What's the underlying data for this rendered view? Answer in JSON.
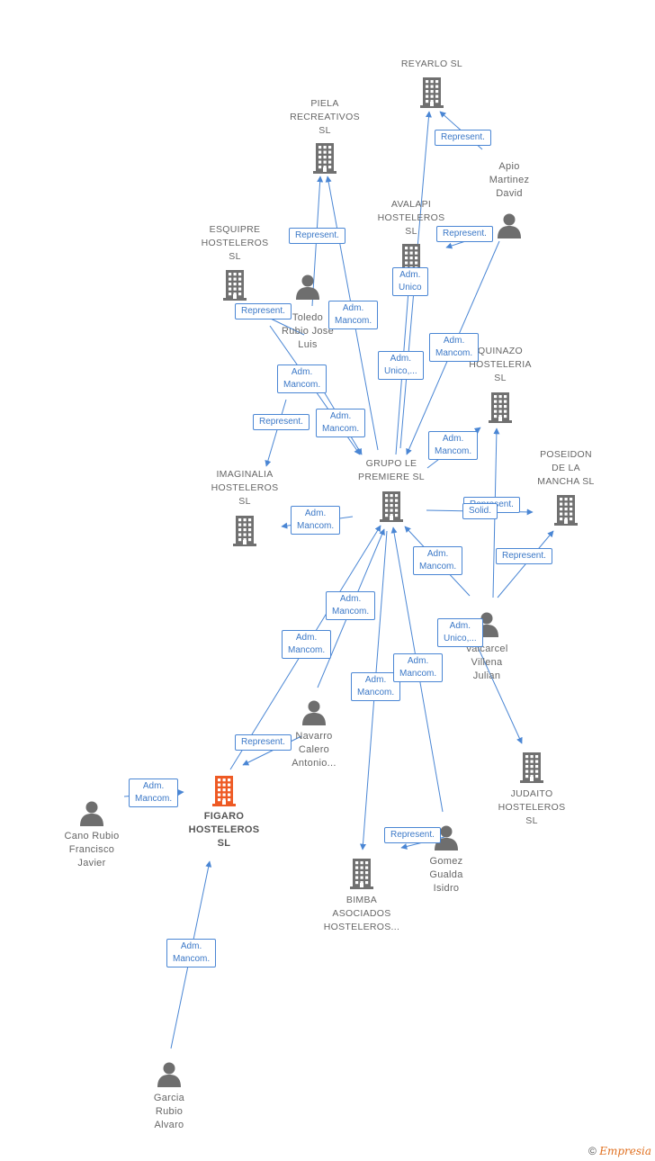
{
  "nodes": {
    "reyarlo": {
      "kind": "company",
      "label": "REYARLO SL"
    },
    "piela": {
      "kind": "company",
      "label": "PIELA RECREATIVOS SL"
    },
    "avalapi": {
      "kind": "company",
      "label": "AVALAPI HOSTELEROS SL"
    },
    "esquipre": {
      "kind": "company",
      "label": "ESQUIPRE HOSTELEROS SL"
    },
    "quinazo": {
      "kind": "company",
      "label": "QUINAZO HOSTELERIA SL"
    },
    "grupo": {
      "kind": "company",
      "label": "GRUPO LE PREMIERE SL"
    },
    "poseidon": {
      "kind": "company",
      "label": "POSEIDON DE LA MANCHA SL"
    },
    "imaginalia": {
      "kind": "company",
      "label": "IMAGINALIA HOSTELEROS SL"
    },
    "judaito": {
      "kind": "company",
      "label": "JUDAITO HOSTELEROS SL"
    },
    "figaro": {
      "kind": "focus",
      "label": "FIGARO HOSTELEROS SL"
    },
    "bimba": {
      "kind": "company",
      "label": "BIMBA ASOCIADOS HOSTELEROS..."
    },
    "apio": {
      "kind": "person",
      "label": "Apio Martinez David"
    },
    "toledo": {
      "kind": "person",
      "label": "Toledo Rubio Jose Luis"
    },
    "valcarcel": {
      "kind": "person",
      "label": "Valcarcel Villena Julian"
    },
    "navarro": {
      "kind": "person",
      "label": "Navarro Calero Antonio..."
    },
    "cano": {
      "kind": "person",
      "label": "Cano Rubio Francisco Javier"
    },
    "gomez": {
      "kind": "person",
      "label": "Gomez Gualda Isidro"
    },
    "garcia": {
      "kind": "person",
      "label": "Garcia Rubio Alvaro"
    }
  },
  "edges": [
    {
      "from": "apio",
      "to": "reyarlo",
      "label": "Represent."
    },
    {
      "from": "apio",
      "to": "avalapi",
      "label": "Represent."
    },
    {
      "from": "toledo",
      "to": "piela",
      "label": "Represent."
    },
    {
      "from": "grupo",
      "to": "piela",
      "label": "Adm. Mancom."
    },
    {
      "from": "grupo",
      "to": "reyarlo",
      "label": "Adm. Unico"
    },
    {
      "from": "grupo",
      "to": "avalapi",
      "label": "Adm. Unico,..."
    },
    {
      "from": "toledo",
      "to": "esquipre",
      "label": "Represent."
    },
    {
      "from": "toledo",
      "to": "grupo",
      "label": "Adm. Mancom."
    },
    {
      "from": "toledo",
      "to": "imaginalia",
      "label": "Represent."
    },
    {
      "from": "esquipre",
      "to": "grupo",
      "label": "Adm. Mancom."
    },
    {
      "from": "apio",
      "to": "grupo",
      "label": "Adm. Mancom."
    },
    {
      "from": "grupo",
      "to": "quinazo",
      "label": "Adm. Mancom."
    },
    {
      "from": "grupo",
      "to": "imaginalia",
      "label": "Adm. Mancom."
    },
    {
      "from": "grupo",
      "to": "poseidon",
      "label": "Represent."
    },
    {
      "from": "valcarcel",
      "to": "quinazo",
      "label": "Solid."
    },
    {
      "from": "valcarcel",
      "to": "poseidon",
      "label": "Represent."
    },
    {
      "from": "valcarcel",
      "to": "grupo",
      "label": "Adm. Mancom."
    },
    {
      "from": "valcarcel",
      "to": "judaito",
      "label": "Adm. Unico,..."
    },
    {
      "from": "navarro",
      "to": "grupo",
      "label": "Adm. Mancom."
    },
    {
      "from": "figaro",
      "to": "grupo",
      "label": "Adm. Mancom."
    },
    {
      "from": "navarro",
      "to": "figaro",
      "label": "Represent."
    },
    {
      "from": "cano",
      "to": "figaro",
      "label": "Adm. Mancom."
    },
    {
      "from": "grupo",
      "to": "bimba",
      "label": "Adm. Mancom."
    },
    {
      "from": "gomez",
      "to": "grupo",
      "label": "Adm. Mancom."
    },
    {
      "from": "gomez",
      "to": "bimba",
      "label": "Represent."
    },
    {
      "from": "garcia",
      "to": "figaro",
      "label": "Adm. Mancom."
    }
  ],
  "colors": {
    "edge": "#4a86d4",
    "company": "#707070",
    "focus": "#ee5a24",
    "person": "#6e6e6e"
  },
  "footer": {
    "copyright": "©",
    "brand": "Empresia"
  }
}
